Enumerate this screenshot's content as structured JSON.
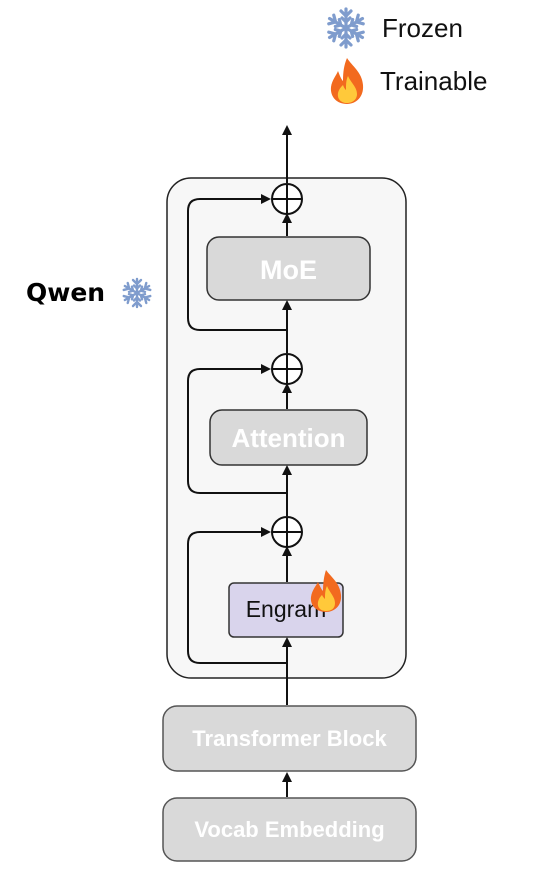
{
  "legend": {
    "frozen_label": "Frozen",
    "trainable_label": "Trainable",
    "frozen_icon": "snowflake-icon",
    "trainable_icon": "fire-icon"
  },
  "side_label": "Qwen",
  "blocks": {
    "moe": "MoE",
    "attention": "Attention",
    "engram": "Engram",
    "transformer_block": "Transformer Block",
    "vocab_embedding": "Vocab Embedding"
  },
  "colors": {
    "frozen_block": "#d9d9d9",
    "trainable_block": "#d9d4ec",
    "container": "#f7f7f7",
    "snowflake": "#7f9ccd",
    "flame_outer": "#f26a1f",
    "flame_inner": "#ffc93a"
  }
}
